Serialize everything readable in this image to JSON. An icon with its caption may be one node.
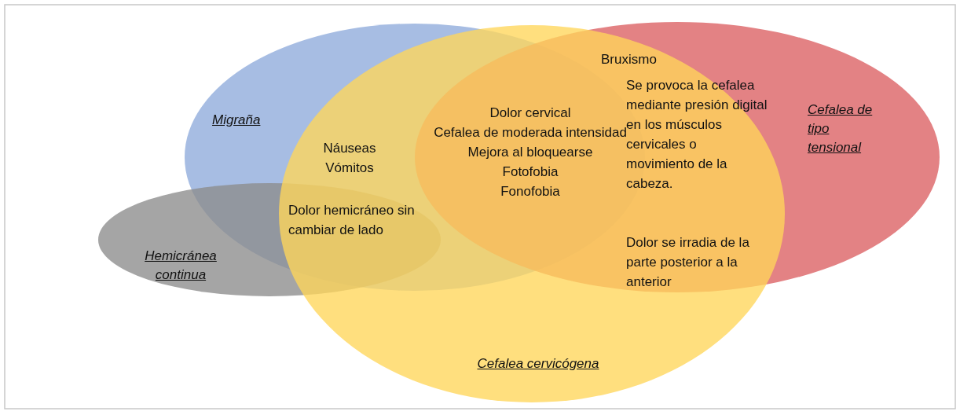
{
  "diagram": {
    "nodes": [
      {
        "text": [
          "Migraña"
        ]
      },
      {
        "text": [
          "Cefalea de tipo tensional"
        ]
      },
      {
        "text": [
          "Hemicránea continua"
        ]
      },
      {
        "text": [
          "Cefalea cervicógena"
        ]
      }
    ],
    "labels": [
      "Bruxismo",
      "Náuseas",
      "Vómitos",
      "Dolor cervical",
      "Cefalea de moderada intensidad",
      "Mejora al bloquearse",
      "Fotofobia",
      "Fonofobia",
      "Dolor hemicráneo sin cambiar de lado",
      "Se provoca la cefalea mediante presión digital en los músculos cervicales o movimiento de la cabeza.",
      "Dolor se irradia de la parte posterior a la anterior"
    ]
  }
}
